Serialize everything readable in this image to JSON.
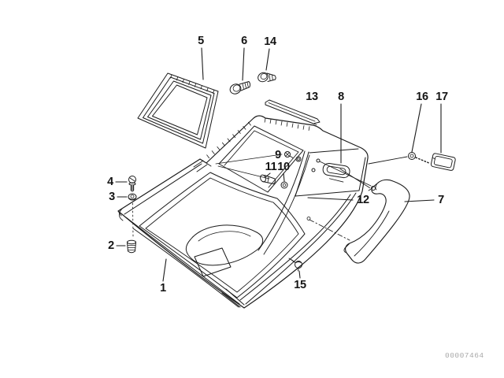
{
  "page": {
    "background": "#ffffff",
    "line_color": "#1b1b1b",
    "label_color": "#141414",
    "watermark_color": "#a9a9a9"
  },
  "watermark": {
    "text": "00007464"
  },
  "diagram": {
    "type": "exploded-parts-diagram",
    "labels": [
      {
        "id": 1,
        "text": "1"
      },
      {
        "id": 2,
        "text": "2"
      },
      {
        "id": 3,
        "text": "3"
      },
      {
        "id": 4,
        "text": "4"
      },
      {
        "id": 5,
        "text": "5"
      },
      {
        "id": 6,
        "text": "6"
      },
      {
        "id": 7,
        "text": "7"
      },
      {
        "id": 8,
        "text": "8"
      },
      {
        "id": 9,
        "text": "9"
      },
      {
        "id": 10,
        "text": "10"
      },
      {
        "id": 11,
        "text": "11"
      },
      {
        "id": 12,
        "text": "12"
      },
      {
        "id": 13,
        "text": "13"
      },
      {
        "id": 14,
        "text": "14"
      },
      {
        "id": 15,
        "text": "15"
      },
      {
        "id": 16,
        "text": "16"
      },
      {
        "id": 17,
        "text": "17"
      }
    ]
  }
}
